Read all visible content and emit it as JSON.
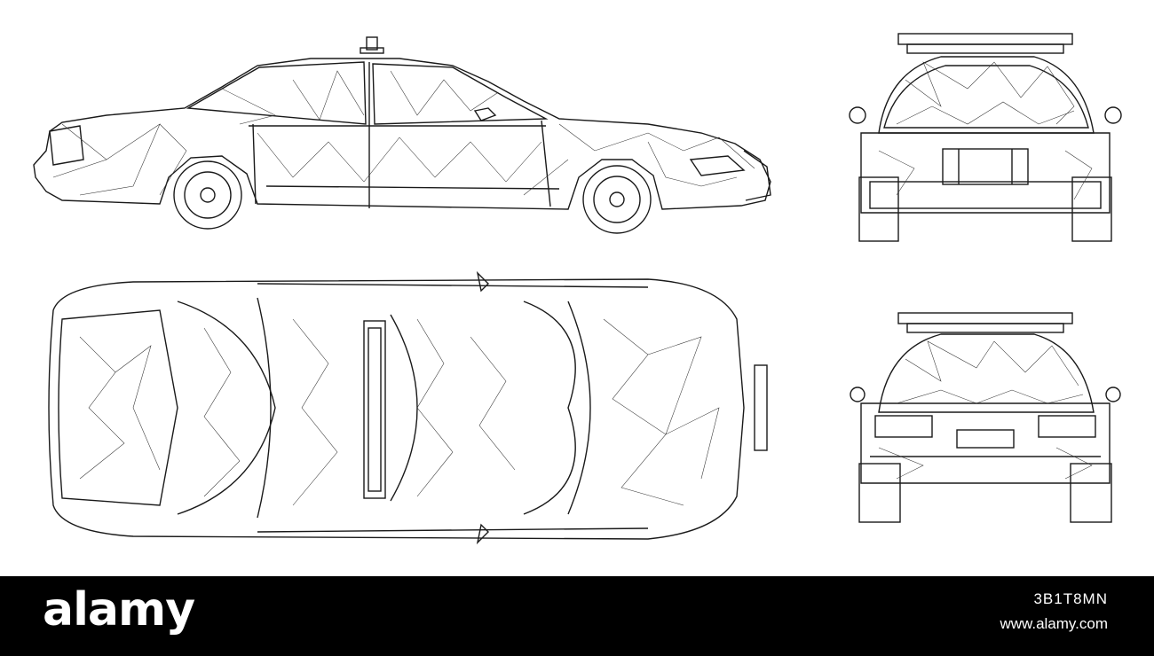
{
  "views": [
    {
      "id": "side",
      "name": "side-view"
    },
    {
      "id": "top",
      "name": "top-view"
    },
    {
      "id": "front",
      "name": "front-view"
    },
    {
      "id": "rear",
      "name": "rear-view"
    }
  ],
  "footer": {
    "brand": "alamy",
    "image_id": "3B1T8MN",
    "site": "www.alamy.com"
  },
  "colors": {
    "background": "#ffffff",
    "line": "#1a1a1a",
    "footer_bg": "#000000",
    "footer_text": "#ffffff"
  }
}
